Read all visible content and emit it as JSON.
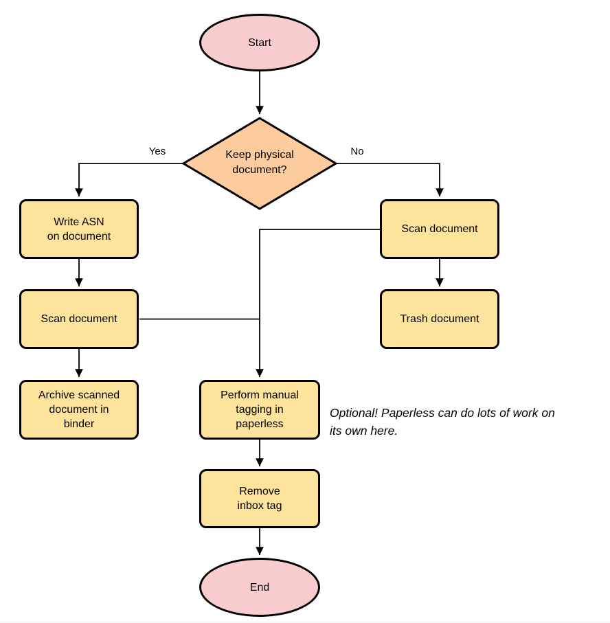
{
  "diagram": {
    "nodes": {
      "start": {
        "label": "Start",
        "shape": "ellipse"
      },
      "decision": {
        "label": "Keep physical\ndocument?",
        "shape": "diamond"
      },
      "write_asn": {
        "label": "Write ASN\non document",
        "shape": "rect"
      },
      "scan_left": {
        "label": "Scan document",
        "shape": "rect"
      },
      "archive": {
        "label": "Archive scanned\ndocument in\nbinder",
        "shape": "rect"
      },
      "scan_right": {
        "label": "Scan document",
        "shape": "rect"
      },
      "trash": {
        "label": "Trash document",
        "shape": "rect"
      },
      "tagging": {
        "label": "Perform manual\ntagging in\npaperless",
        "shape": "rect"
      },
      "remove_tag": {
        "label": "Remove\ninbox tag",
        "shape": "rect"
      },
      "end": {
        "label": "End",
        "shape": "ellipse"
      }
    },
    "edge_labels": {
      "yes": "Yes",
      "no": "No"
    },
    "annotation": {
      "text": "Optional! Paperless can do lots of work on\nits own here."
    },
    "colors": {
      "terminator_fill": "#F9CDCE",
      "decision_fill": "#FCCC9E",
      "process_fill": "#FEE39C",
      "stroke": "#000000",
      "connector": "#000000",
      "background": "#FFFFFF",
      "bottom_divider": "#EFEEE6"
    }
  }
}
